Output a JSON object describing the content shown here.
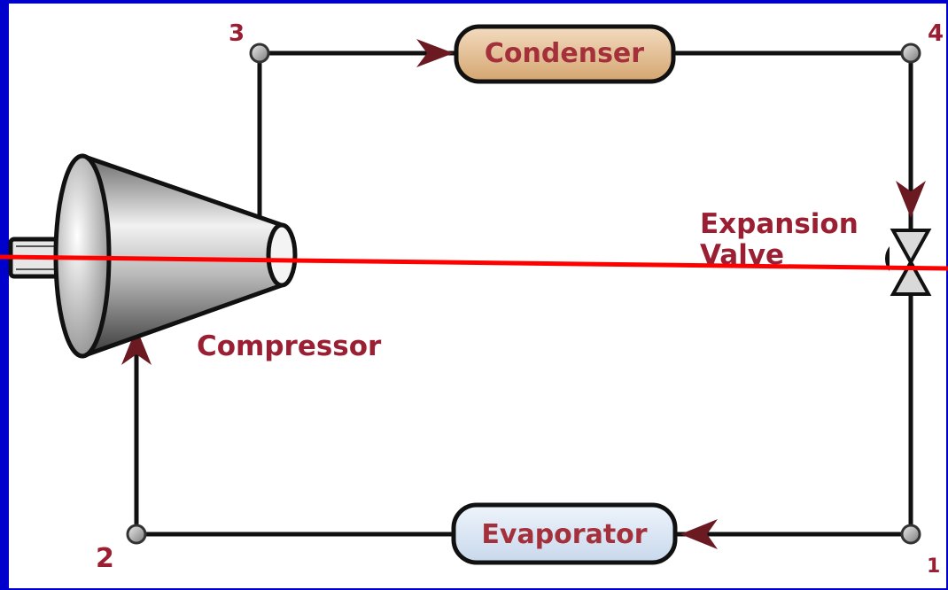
{
  "diagram": {
    "title": "",
    "components": {
      "condenser": "Condenser",
      "evaporator": "Evaporator",
      "compressor": "Compressor",
      "expansion_valve_line1": "Expansion",
      "expansion_valve_line2": "Valve"
    },
    "state_points": {
      "p1": "1",
      "p2": "2",
      "p3": "3",
      "p4": "4"
    },
    "colors": {
      "background": "#0000cc",
      "panel": "#ffffff",
      "label": "#9a1f33",
      "pipe": "#111111",
      "condenser_fill": "#e7c49a",
      "evaporator_fill": "#dde8f5",
      "overlay_line": "#ff0000"
    }
  }
}
